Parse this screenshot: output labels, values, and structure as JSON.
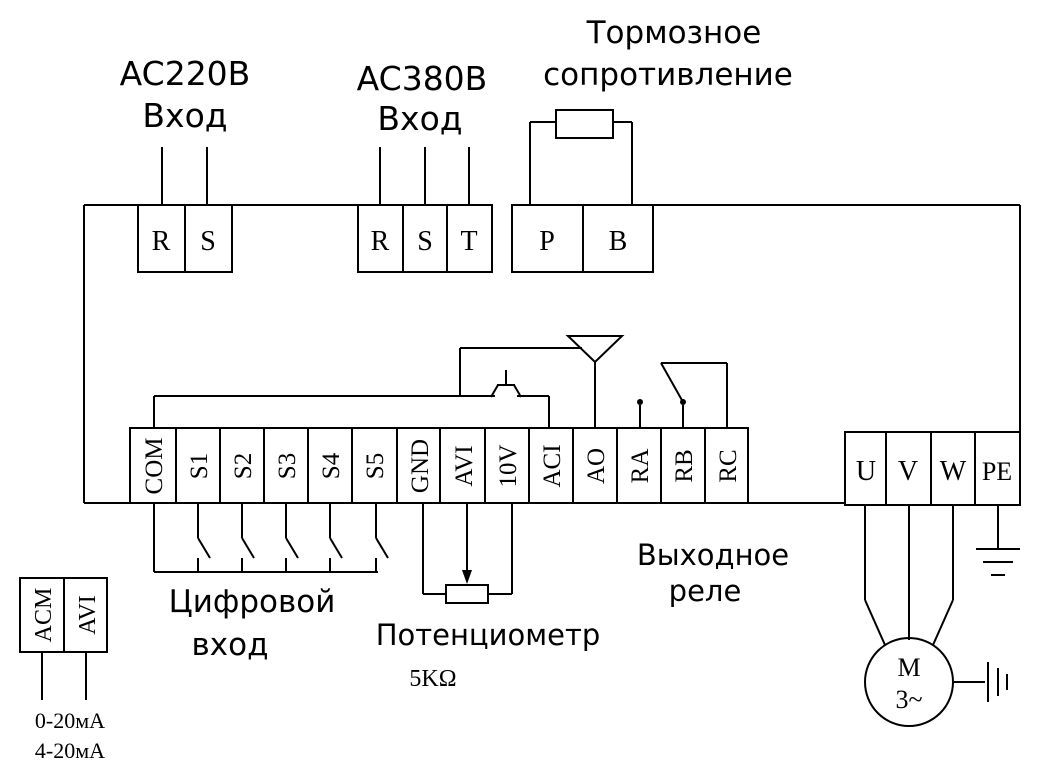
{
  "inputs": {
    "ac220": {
      "title": "AC220B",
      "sub": "Вход",
      "terminals": [
        "R",
        "S"
      ]
    },
    "ac380": {
      "title": "AC380B",
      "sub": "Вход",
      "terminals": [
        "R",
        "S",
        "T"
      ]
    },
    "brake": {
      "line1": "Тормозное",
      "line2": "сопротивление",
      "terminals": [
        "P",
        "B"
      ]
    }
  },
  "control_terminals": [
    "COM",
    "S1",
    "S2",
    "S3",
    "S4",
    "S5",
    "GND",
    "AVI",
    "10V",
    "ACI",
    "AO",
    "RA",
    "RB",
    "RC"
  ],
  "output_terminals": [
    "U",
    "V",
    "W",
    "PE"
  ],
  "labels": {
    "digital_input_1": "Цифровой",
    "digital_input_2": "вход",
    "potentiometer": "Потенциометр",
    "pot_value": "5KΩ",
    "relay_1": "Выходное",
    "relay_2": "реле",
    "motor_m": "M",
    "motor_phase": "3~"
  },
  "analog_input": {
    "terminals": [
      "ACM",
      "AVI"
    ],
    "range1": "0-20мА",
    "range2": "4-20мА"
  }
}
